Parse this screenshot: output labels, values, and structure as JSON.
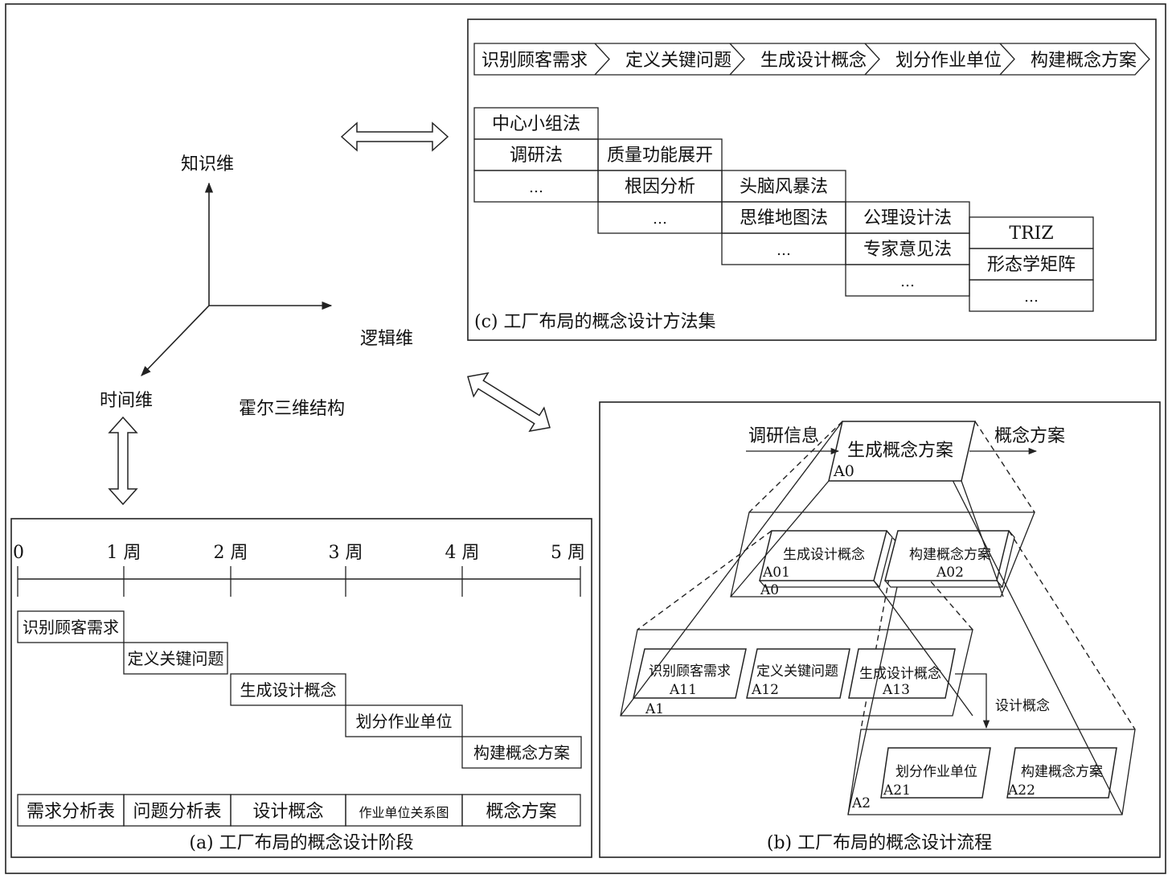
{
  "hall": {
    "knowledge_axis": "知识维",
    "logic_axis": "逻辑维",
    "time_axis": "时间维",
    "title": "霍尔三维结构"
  },
  "panel_c": {
    "chevrons": [
      "识别顾客需求",
      "定义关键问题",
      "生成设计概念",
      "划分作业单位",
      "构建概念方案"
    ],
    "methods": [
      [
        "中心小组法",
        "调研法",
        "…"
      ],
      [
        "质量功能展开",
        "根因分析",
        "…"
      ],
      [
        "头脑风暴法",
        "思维地图法",
        "…"
      ],
      [
        "公理设计法",
        "专家意见法",
        "…"
      ],
      [
        "TRIZ",
        "形态学矩阵",
        "…"
      ]
    ],
    "caption": "(c) 工厂布局的概念设计方法集"
  },
  "panel_a": {
    "ticks": [
      "0",
      "1 周",
      "2 周",
      "3 周",
      "4 周",
      "5 周"
    ],
    "stages": [
      "识别顾客需求",
      "定义关键问题",
      "生成设计概念",
      "划分作业单位",
      "构建概念方案"
    ],
    "outputs": [
      "需求分析表",
      "问题分析表",
      "设计概念",
      "作业单位关系图",
      "概念方案"
    ],
    "caption": "(a) 工厂布局的概念设计阶段"
  },
  "panel_b": {
    "input": "调研信息",
    "output": "概念方案",
    "top_box": "生成概念方案",
    "top_code": "A0",
    "a0_plane": "A0",
    "a01": {
      "label": "生成设计概念",
      "code": "A01"
    },
    "a02": {
      "label": "构建概念方案",
      "code": "A02"
    },
    "a1_plane": "A1",
    "a11": {
      "label": "识别顾客需求",
      "code": "A11"
    },
    "a12": {
      "label": "定义关键问题",
      "code": "A12"
    },
    "a13": {
      "label": "生成设计概念",
      "code": "A13"
    },
    "flow_label": "设计概念",
    "a2_plane": "A2",
    "a21": {
      "label": "划分作业单位",
      "code": "A21"
    },
    "a22": {
      "label": "构建概念方案",
      "code": "A22"
    },
    "caption": "(b) 工厂布局的概念设计流程"
  }
}
